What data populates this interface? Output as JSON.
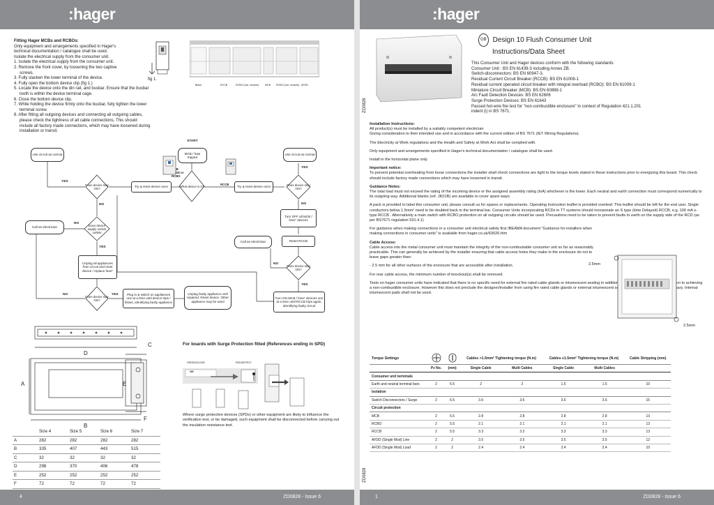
{
  "brand": "hager",
  "left_page": {
    "footer_page": "4",
    "footer_issue": "ZD0828 - Issue 6",
    "fitting": {
      "title": "Fitting Hager MCBs and RCBOs:",
      "intro1": "Only equipment and arrangements specified in Hager's",
      "intro2": "technical documentation / catalogue shall be used.",
      "intro3": "Isolate the electrical supply from the consumer unit.",
      "steps": [
        "1. Isolate the electrical supply from the consumer unit.",
        "2. Remove the front cover, by loosening the two captive",
        "   screws.",
        "3. Fully slacken the lower terminal of the device.",
        "4. Fully open the bottom device clip (fig 1.)",
        "5. Locate the device onto the din rail, and busbar. Ensure that the busbar",
        "   tooth is within the device terminal cage.",
        "6. Close the bottom device clip.",
        "7. While holding the device firmly onto the busbar, fully tighten the lower",
        "   terminal screw.",
        "8. After fitting all outgoing devices and connecting all outgoing cables,",
        "   please check the tightness of all cable connections. This should",
        "   include all factory made connections, which may have loosened during",
        "   installation or transit."
      ],
      "fig_label": "fig 1."
    },
    "diagram_labels": [
      "Blank",
      "RCCB",
      "RCBO (Incl. module)",
      "MCB",
      "RCBO (Incl. module)",
      "AFDD"
    ],
    "flow": {
      "start": "START",
      "mcb_trip": "MCB / fuse tripped",
      "what_device": "What device is it?",
      "mcb_label": "MCB AFDD or RCBO",
      "rccb_label": "RCCB",
      "use_circuit_l": "Use circuit as normal",
      "use_circuit_r": "Use circuit as normal",
      "does_device_l": "Does device stay ON?",
      "try_reset_l": "Try & reset device once",
      "try_reset_r": "Try & reset device once",
      "does_device_r": "Does device stay ON?",
      "call_elec_l": "Call an electrician",
      "supply_socket": "Does device supply socket outlets",
      "unplug": "Unplug all appliances from circuit and reset device / replace fuse*",
      "does_device_b": "Does device stay ON?",
      "plug_in": "Plug in & switch on appliances one at a time until device trips / blows, identifying faulty appliance",
      "unplug_faulty": "Unplug faulty appliance until repaired. Reset device. Other appliance may be used",
      "turn_off": "Turn OFF all MCB / fuse* devices",
      "reset_rccb": "Reset RCCB",
      "call_elec_r": "Call an electrician",
      "does_device_r2": "Does device stay ON?",
      "turn_on": "Turn ON MCB / fuse* devices one at a time until RCCB trips again, identifying faulty circuit",
      "yes": "YES",
      "no": "NO"
    },
    "dims": {
      "letters": [
        "D",
        "C",
        "A",
        "E",
        "B",
        "F"
      ]
    },
    "spd": {
      "title": "For boards with Surge Protection fitted (References ending in SPD)",
      "green_label": "GREEN/CLEAR",
      "red_label": "RED/DEFECT",
      "ok": "OK",
      "note": "Where surge protective devices (SPDs) or other equipment are likely to influence the verification test, or be damaged, such equipment shall be disconnected before carrying out the insulation resistance test."
    },
    "size_table": {
      "headers": [
        "",
        "Size 4",
        "Size 5",
        "Size 6",
        "Size 7"
      ],
      "rows": [
        [
          "A",
          "282",
          "282",
          "282",
          "282"
        ],
        [
          "B",
          "335",
          "407",
          "443",
          "515"
        ],
        [
          "C",
          "32",
          "32",
          "32",
          "32"
        ],
        [
          "D",
          "298",
          "370",
          "406",
          "478"
        ],
        [
          "E",
          "252",
          "252",
          "252",
          "252"
        ],
        [
          "F",
          "72",
          "72",
          "72",
          "72"
        ]
      ]
    }
  },
  "right_page": {
    "footer_page": "1",
    "footer_issue": "ZD0828 - Issue 6",
    "code": "ZD0828",
    "gb": "GB",
    "title1": "Design 10 Flush Consumer Unit",
    "title2": "Instructions/Data Sheet",
    "standards": [
      "This Consumer Unit and Hager devices conform with the following standards:",
      "Consumer Unit : BS EN 61439-3 including Annex ZB.",
      "Switch-disconnectors: BS EN 60947-3.",
      "Residual Current Circuit Breaker (RCCB): BS EN 61008-1",
      "Residual current operated circuit breaker with integral overload (RCBO): BS EN 61009-1",
      "Miniature Circuit Breaker (MCB): BS EN 60898-1",
      "Arc Fault Detection Devices: BS EN 62606",
      "Surge Protection Devices: BS EN 61643",
      "Passed hot-wire fire test for \"non-combustible enclosure\" in context of Regulation 421.1.201",
      "indent (i) in BS 7671."
    ],
    "install_title": "Installation Instructions:",
    "install_p1": "All product(s) must be installed by a suitably competent electrician",
    "install_p2": "Giving consideration to their intended use and in accordance with the current edition of BS 7671 (IET Wiring Regulations).",
    "install_p3": "The Electricity at Work regulations and the Health and Safety at Work Act shall be complied with.",
    "install_p4": "Only equipment and arrangements specified in Hager's technical documentation / catalogue shall be used.",
    "install_p5": "Install in the horizontal plane only.",
    "important_title": "Important notice:",
    "important_p": "To prevent potential overheating from loose connections the installer shall check connections are tight to the torque levels stated in these instructions prior to energizing this board. This check should include factory made connections which may have loosened in transit.",
    "guidance_title": "Guidance Notes:",
    "guidance_p1": "The total load must not exceed the rating of the incoming device or the assigned assembly rating (InA) whichever is the lower. Each neutral and earth connection must correspond numerically to its outgoing way. Additional blanks (ref. JK01B) are available to cover spare ways.",
    "guidance_p2": "A pack is provided to label this consumer unit, please consult us for spares or replacements. Operating Instruction leaflet is provided overleaf. This leaflet should be left for the end user. Single conductors below 1.5mm² need to be doubled back in the terminal bar. Consumer Units incorporating RCDs in TT systems should incorporate an S type (time Delayed) RCCB, e.g. 100 mA s-type RCCB . Alternatively a main switch with RCBO protection on all outgoing circuits should be used. Precautions need to be taken to prevent faults to earth on the supply side of the RCD (as per BS7671 regulation 531.4.1)",
    "guidance_p3": "For guidance when making connections in a consumer unit electrical safety first /BEAMA document \"Guidance for installers when making connections in consumer units\" is available from hager.co.uk/63026.htm",
    "cable_title": "Cable Access:",
    "cable_p1": "Cable access into the metal consumer unit must maintain the integrity of the non-combustable consumer unit so far as reasonably practicable. This can generally be achieved by the installer ensuring that cable access holes they make in the enclosure do not to leave gaps greater than:",
    "cable_p2": "- 2.5 mm for all other surfaces of the enclosure that are accessible after installation.",
    "cable_p3": "For rear cable access, the minimum number of knockout(s) shall be removed.",
    "cable_p4": "Tests on hager consumer units have indicated that there is no specific need for external fire rated cable glands or intumescent sealing in addition to the guidance below, with respect to achieving a non-combustible enclosure. However this does not preclude the designer/installer from using fire rated cable glands or external intumescent sealing should they consider necessary. Internal intumescent pads shall not be used.",
    "gap_label1": "2.5mm",
    "gap_label2": "2.5mm",
    "torque": {
      "title": "Torque Settings",
      "h_cable1": "Cables >1.5mm² Tightening torque (N.m)",
      "h_cable2": "Cables ≤1.5mm² Tightening torque (N.m)",
      "h_strip": "Cable Stripping (mm)",
      "h_pz": "Pz No.",
      "h_mm": "(mm)",
      "h_single": "Single Cable",
      "h_multi": "Multi Cables",
      "groups": [
        {
          "name": "Consumer unit terminals",
          "rows": [
            [
              "Earth and neutral terminal bars",
              "2",
              "6.5",
              "2",
              "2",
              "1.5",
              "1.5",
              "10"
            ]
          ]
        },
        {
          "name": "Isolation",
          "rows": [
            [
              "Switch Disconnectors / Surge",
              "2",
              "6.5",
              "3.6",
              "3.6",
              "3.6",
              "3.6",
              "15"
            ]
          ]
        },
        {
          "name": "Circuit protection",
          "rows": [
            [
              "MCB",
              "2",
              "6.5",
              "2.8",
              "2.8",
              "2.8",
              "2.8",
              "13"
            ],
            [
              "RCBO",
              "2",
              "5.5",
              "2.1",
              "2.1",
              "2.1",
              "2.1",
              "13"
            ],
            [
              "RCCB",
              "2",
              "5.5",
              "3.3",
              "3.3",
              "3.3",
              "3.3",
              "13"
            ],
            [
              "AFDD (Single Mod) Line",
              "2",
              "2",
              "3.5",
              "3.5",
              "3.5",
              "3.5",
              "12"
            ],
            [
              "AFDD (Single Mod) Load",
              "2",
              "2",
              "2.4",
              "2.4",
              "2.4",
              "2.4",
              "10"
            ]
          ]
        }
      ]
    }
  }
}
